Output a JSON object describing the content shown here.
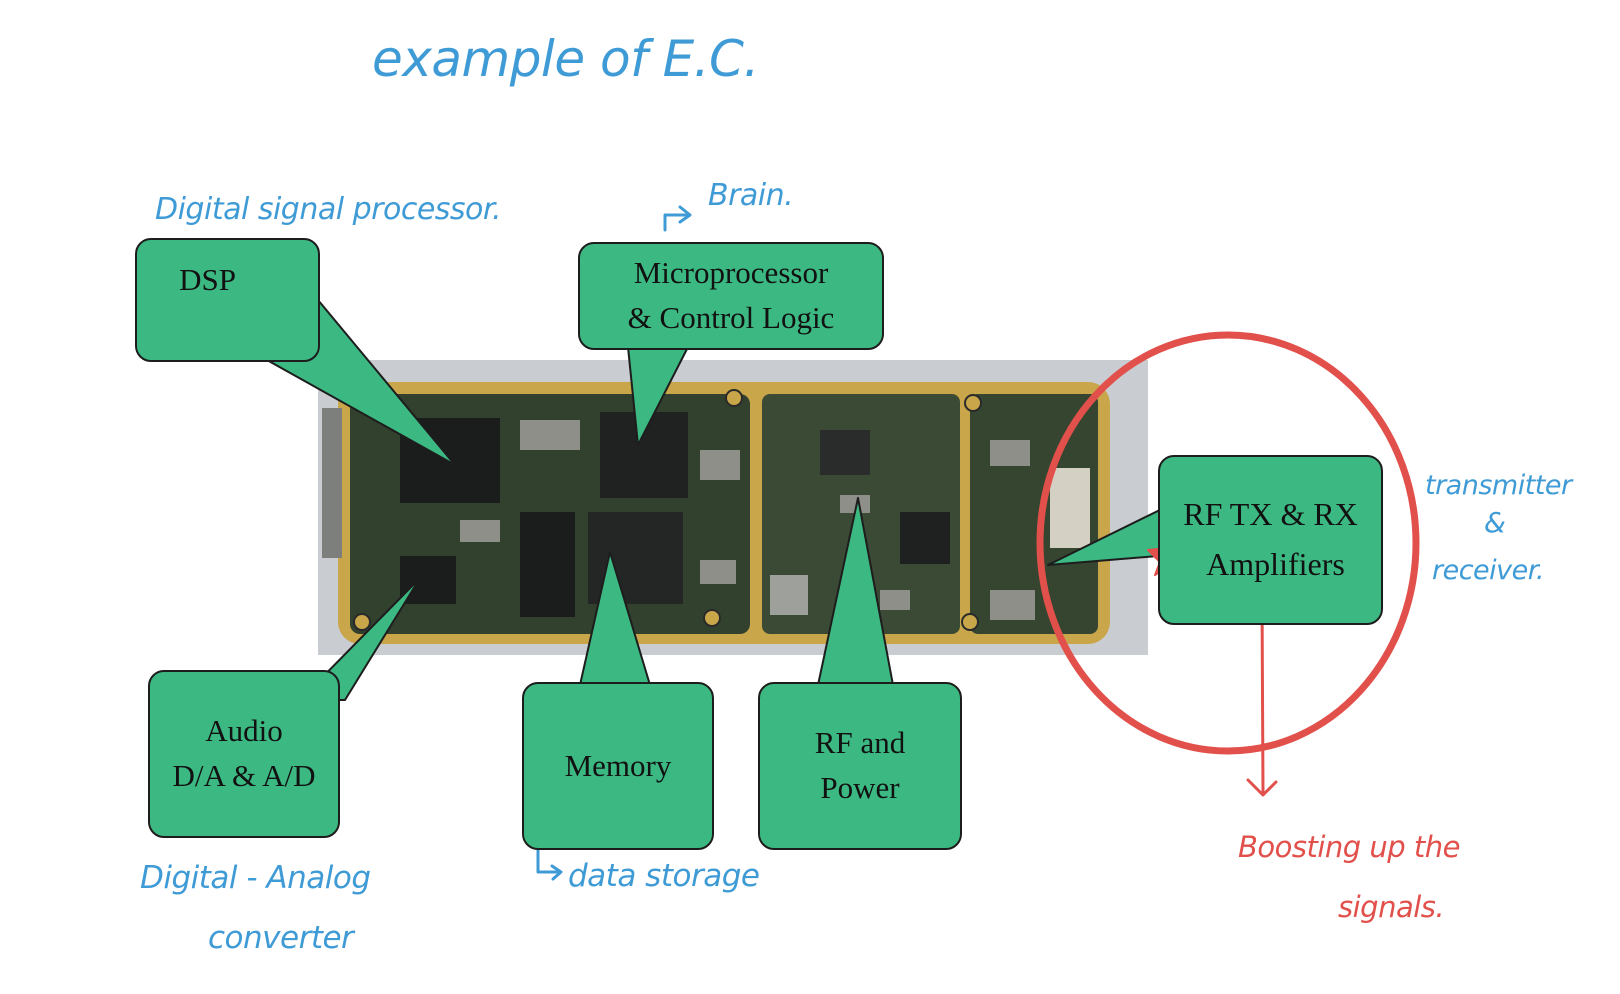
{
  "notes": {
    "title": "example of E.C.",
    "dsp_note": "Digital signal processor.",
    "micro_note": "Brain.",
    "rf_note_line1": "transmitter",
    "rf_note_line2": "&",
    "rf_note_line3": "receiver.",
    "audio_note_line1": "Digital - Analog",
    "audio_note_line2": "converter",
    "memory_note": "data storage",
    "amp_note_line1": "Boosting up the",
    "amp_note_line2": "signals."
  },
  "callouts": {
    "dsp": "DSP",
    "micro_line1": "Microprocessor",
    "micro_line2": "& Control Logic",
    "rftx_line1": "RF TX & RX",
    "rftx_line2": "Amplifiers",
    "audio_line1": "Audio",
    "audio_line2": "D/A & A/D",
    "memory": "Memory",
    "rfpower_line1": "RF and",
    "rfpower_line2": "Power"
  },
  "colors": {
    "callout_fill": "#3cb983",
    "handwriting_blue": "#3f9bd6",
    "handwriting_red": "#e2504b",
    "board_green": "#3b4a35",
    "board_gold": "#c9a64a"
  }
}
